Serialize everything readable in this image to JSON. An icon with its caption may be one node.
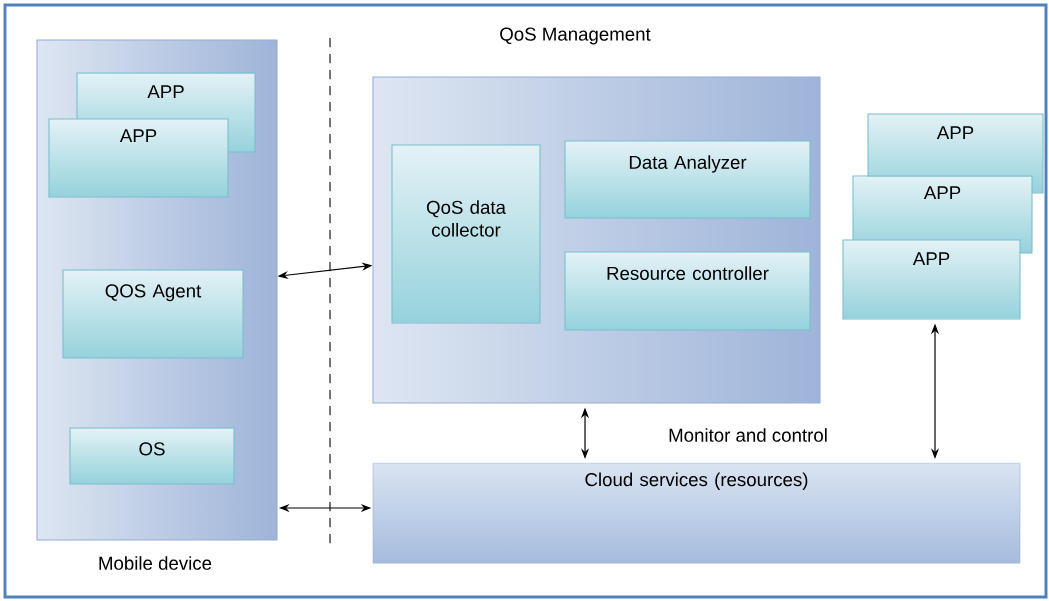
{
  "diagram": {
    "nodes": [
      {
        "text": [
          "Mobile device"
        ]
      },
      {
        "text": [
          "APP"
        ],
        "in": 0
      },
      {
        "text": [
          "APP"
        ],
        "in": 0
      },
      {
        "text": [
          "QOS Agent"
        ],
        "in": 0
      },
      {
        "text": [
          "OS"
        ],
        "in": 0
      },
      {
        "text": [
          "QoS Management"
        ]
      },
      {
        "text": [
          "QoS data collector"
        ],
        "in": 5
      },
      {
        "text": [
          "Data Analyzer"
        ],
        "in": 5
      },
      {
        "text": [
          "Resource controller"
        ],
        "in": 5
      },
      {
        "text": [
          "APP"
        ]
      },
      {
        "text": [
          "APP"
        ]
      },
      {
        "text": [
          "APP"
        ]
      },
      {
        "text": [
          "Cloud services (resources)"
        ]
      }
    ],
    "edges": [
      {
        "from": 0,
        "to": 5,
        "arrow": "both"
      },
      {
        "from": 5,
        "to": 12,
        "arrow": "both"
      },
      {
        "from": 11,
        "to": 12,
        "arrow": "both"
      },
      {
        "from": 0,
        "to": 12,
        "arrow": "both"
      }
    ],
    "labels": [
      "Monitor and control"
    ]
  }
}
